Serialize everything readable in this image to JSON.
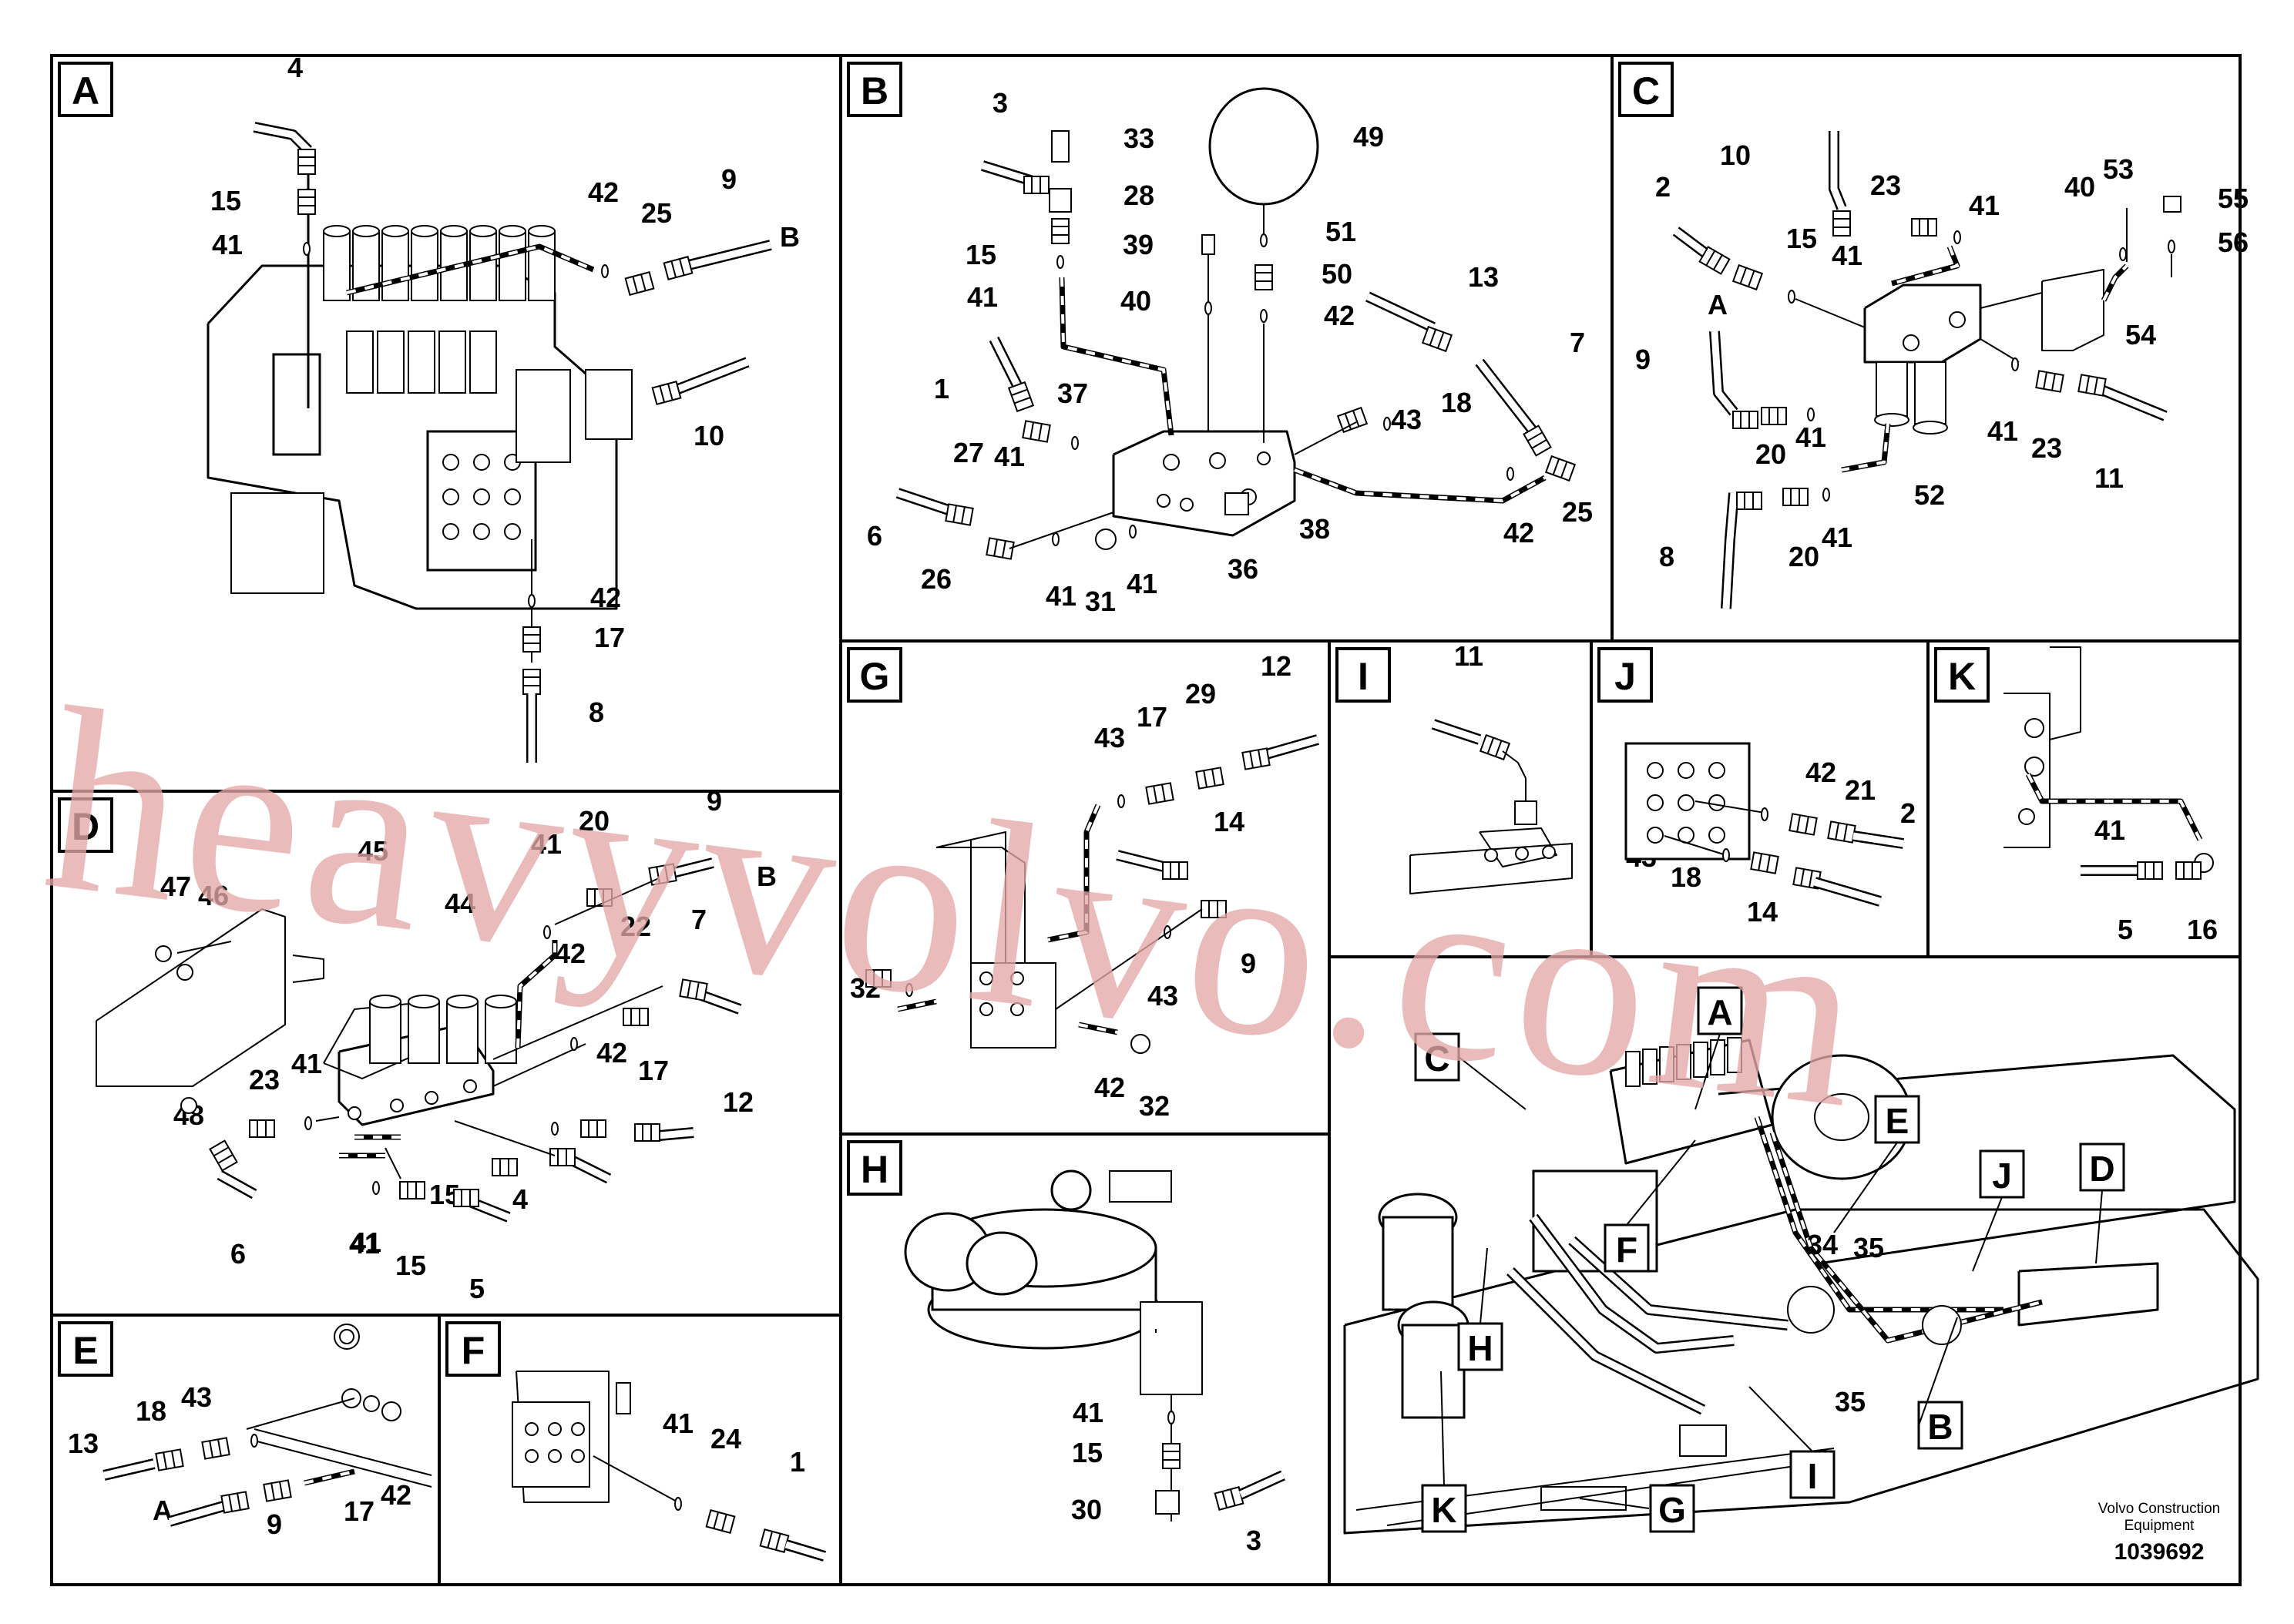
{
  "panels": [
    {
      "letter": "A",
      "callouts": [
        "4",
        "15",
        "41",
        "42",
        "25",
        "9",
        "B",
        "10",
        "42",
        "17",
        "8"
      ]
    },
    {
      "letter": "B",
      "callouts": [
        "3",
        "33",
        "28",
        "15",
        "41",
        "1",
        "27",
        "41",
        "37",
        "6",
        "26",
        "41",
        "31",
        "41",
        "36",
        "38",
        "49",
        "39",
        "51",
        "40",
        "50",
        "42",
        "13",
        "43",
        "18",
        "7",
        "42",
        "25"
      ]
    },
    {
      "letter": "C",
      "callouts": [
        "10",
        "2",
        "23",
        "41",
        "15",
        "41",
        "40",
        "53",
        "55",
        "56",
        "54",
        "A",
        "9",
        "20",
        "41",
        "41",
        "23",
        "11",
        "52",
        "8",
        "20",
        "41"
      ]
    },
    {
      "letter": "D",
      "callouts": [
        "47",
        "46",
        "45",
        "41",
        "20",
        "9",
        "B",
        "44",
        "22",
        "7",
        "42",
        "41",
        "23",
        "42",
        "17",
        "12",
        "48",
        "6",
        "41",
        "15",
        "4",
        "41",
        "15",
        "5"
      ]
    },
    {
      "letter": "E",
      "callouts": [
        "18",
        "43",
        "13",
        "42",
        "17",
        "A",
        "9"
      ]
    },
    {
      "letter": "F",
      "callouts": [
        "41",
        "24",
        "1"
      ]
    },
    {
      "letter": "G",
      "callouts": [
        "12",
        "17",
        "29",
        "43",
        "14",
        "32",
        "9",
        "43",
        "42",
        "32"
      ]
    },
    {
      "letter": "H",
      "callouts": [
        "41",
        "15",
        "30",
        "3"
      ]
    },
    {
      "letter": "I",
      "callouts": [
        "11"
      ]
    },
    {
      "letter": "J",
      "callouts": [
        "42",
        "21",
        "2",
        "43",
        "18",
        "14"
      ]
    },
    {
      "letter": "K",
      "callouts": [
        "41",
        "5",
        "16"
      ]
    }
  ],
  "overview": {
    "boxes": [
      "A",
      "C",
      "E",
      "F",
      "J",
      "D",
      "H",
      "K",
      "G",
      "I",
      "B"
    ],
    "callouts": [
      "34",
      "35",
      "35"
    ]
  },
  "watermark": "heavyvolvo.com",
  "footer": {
    "company_line1": "Volvo Construction",
    "company_line2": "Equipment",
    "drawing_number": "1039692"
  },
  "colors": {
    "line": "#000000",
    "watermark": "#e5a8a8"
  }
}
